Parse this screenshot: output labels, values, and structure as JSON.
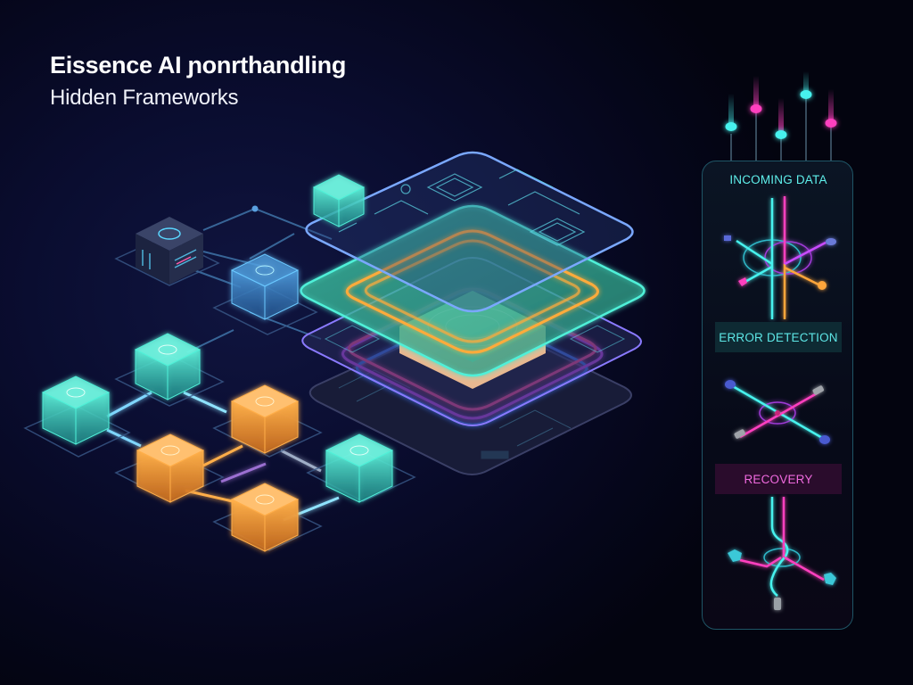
{
  "header": {
    "title": "Eissence AI ɲonrthandling",
    "subtitle": "Hidden Frameworks"
  },
  "pipeline": {
    "stages": [
      {
        "label": "INCOMING DATA",
        "color": "#5ff0ec"
      },
      {
        "label": "ERROR DETECTION",
        "color": "#5de6e6"
      },
      {
        "label": "RECOVERY",
        "color": "#f06adf"
      }
    ],
    "input_signals": [
      {
        "color": "#46f2ee"
      },
      {
        "color": "#ff3fbf"
      },
      {
        "color": "#46f2ee"
      },
      {
        "color": "#46f2ee"
      },
      {
        "color": "#ff3fbf"
      }
    ]
  },
  "diagram": {
    "layers": [
      {
        "name": "top-circuit-layer",
        "stroke": "#7aa8ff"
      },
      {
        "name": "teal-layer",
        "stroke": "#4ff0d8"
      },
      {
        "name": "middle-circuit-layer",
        "stroke": "#8a7aff"
      },
      {
        "name": "base-circuit-layer",
        "stroke": "#3a3f66"
      }
    ],
    "rings": [
      {
        "color": "#ffab3a"
      },
      {
        "color": "#ff4fa8"
      },
      {
        "color": "#c84cff"
      },
      {
        "color": "#3f7bff"
      }
    ],
    "nodes": [
      {
        "type": "dark-cube",
        "color": "#2a3350"
      },
      {
        "type": "teal-cube",
        "color": "#3ff0d0"
      },
      {
        "type": "blue-cube",
        "color": "#4aa8ff"
      },
      {
        "type": "teal-cube",
        "color": "#3ff0d0"
      },
      {
        "type": "teal-cube",
        "color": "#3ff0d0"
      },
      {
        "type": "orange-cube",
        "color": "#ffa63a"
      },
      {
        "type": "orange-cube",
        "color": "#ffa63a"
      },
      {
        "type": "orange-cube",
        "color": "#ffa63a"
      },
      {
        "type": "teal-cube",
        "color": "#3ff0d0"
      }
    ]
  }
}
